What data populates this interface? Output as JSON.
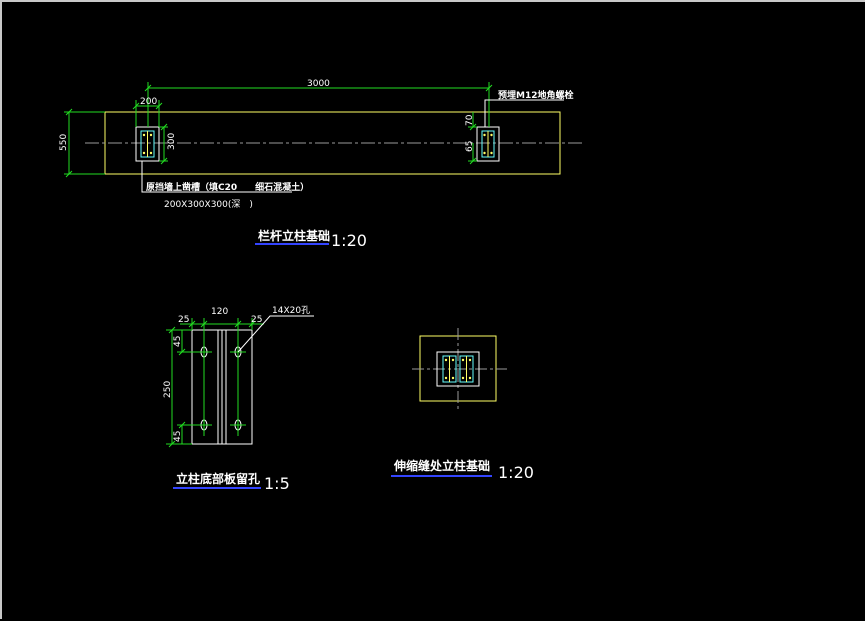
{
  "colors": {
    "background": "#000000",
    "outline": "#c8c8c8",
    "slab": "#ffff66",
    "dimension": "#22dd22",
    "text": "#ffffff",
    "underline": "#3344ff",
    "centerline": "#9a9a9a",
    "plate": "#66ffff"
  },
  "drawing1": {
    "dim_length": "3000",
    "dim_width": "200",
    "dim_depth": "300",
    "dim_height": "550",
    "dim_top": "70",
    "dim_side": "65",
    "note_bolt": "预埋M12地角螺栓",
    "note_base": "原挡墙上凿槽（填C20　　细石混凝土）",
    "note_size": "200X300X300(深　)",
    "title": "栏杆立柱基础",
    "scale": "1:20"
  },
  "drawing2": {
    "dim_width": "120",
    "dim_left_edge": "25",
    "dim_right_edge": "25",
    "dim_height": "250",
    "dim_top_edge": "45",
    "dim_bottom_edge": "45",
    "note_hole": "14X20孔",
    "title": "立柱底部板留孔",
    "scale": "1:5"
  },
  "drawing3": {
    "title": "伸缩缝处立柱基础",
    "scale": "1:20"
  }
}
